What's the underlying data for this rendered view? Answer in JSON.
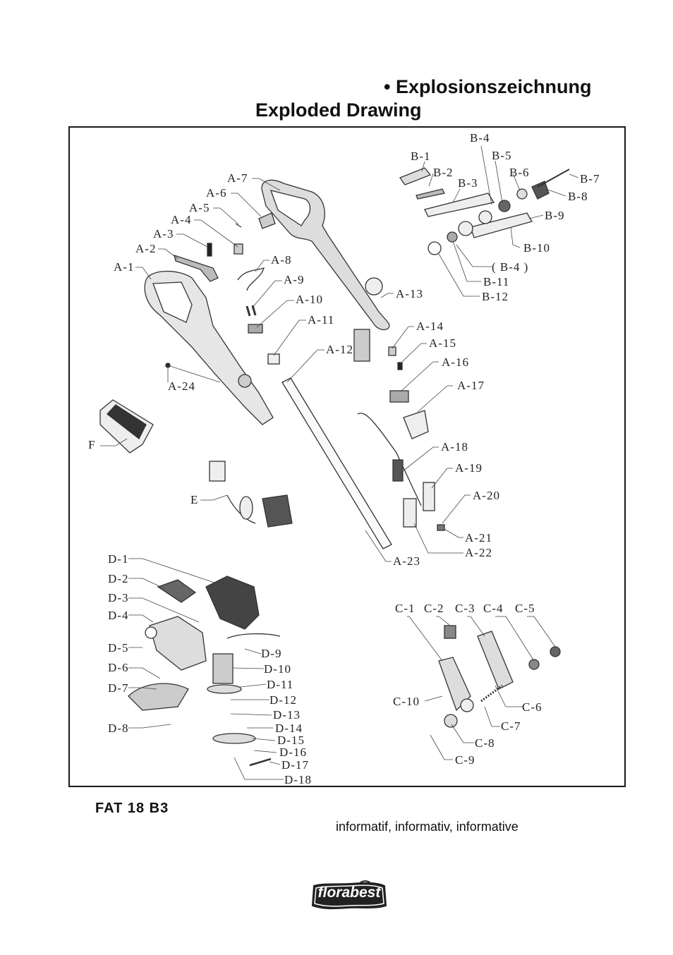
{
  "title": {
    "de": "• Explosionszeichnung",
    "en": "Exploded Drawing"
  },
  "parts": {
    "A1": "A-1",
    "A2": "A-2",
    "A3": "A-3",
    "A4": "A-4",
    "A5": "A-5",
    "A6": "A-6",
    "A7": "A-7",
    "A8": "A-8",
    "A9": "A-9",
    "A10": "A-10",
    "A11": "A-11",
    "A12": "A-12",
    "A13": "A-13",
    "A14": "A-14",
    "A15": "A-15",
    "A16": "A-16",
    "A17": "A-17",
    "A18": "A-18",
    "A19": "A-19",
    "A20": "A-20",
    "A21": "A-21",
    "A22": "A-22",
    "A23": "A-23",
    "A24": "A-24",
    "B1": "B-1",
    "B2": "B-2",
    "B3": "B-3",
    "B4": "B-4",
    "B4b": "( B-4 )",
    "B5": "B-5",
    "B6": "B-6",
    "B7": "B-7",
    "B8": "B-8",
    "B9": "B-9",
    "B10": "B-10",
    "B11": "B-11",
    "B12": "B-12",
    "C1": "C-1",
    "C2": "C-2",
    "C3": "C-3",
    "C4": "C-4",
    "C5": "C-5",
    "C6": "C-6",
    "C7": "C-7",
    "C8": "C-8",
    "C9": "C-9",
    "C10": "C-10",
    "D1": "D-1",
    "D2": "D-2",
    "D3": "D-3",
    "D4": "D-4",
    "D5": "D-5",
    "D6": "D-6",
    "D7": "D-7",
    "D8": "D-8",
    "D9": "D-9",
    "D10": "D-10",
    "D11": "D-11",
    "D12": "D-12",
    "D13": "D-13",
    "D14": "D-14",
    "D15": "D-15",
    "D16": "D-16",
    "D17": "D-17",
    "D18": "D-18",
    "E": "E",
    "F": "F"
  },
  "model": "FAT 18 B3",
  "note": "informatif, informativ, informative",
  "logo": "florabest"
}
